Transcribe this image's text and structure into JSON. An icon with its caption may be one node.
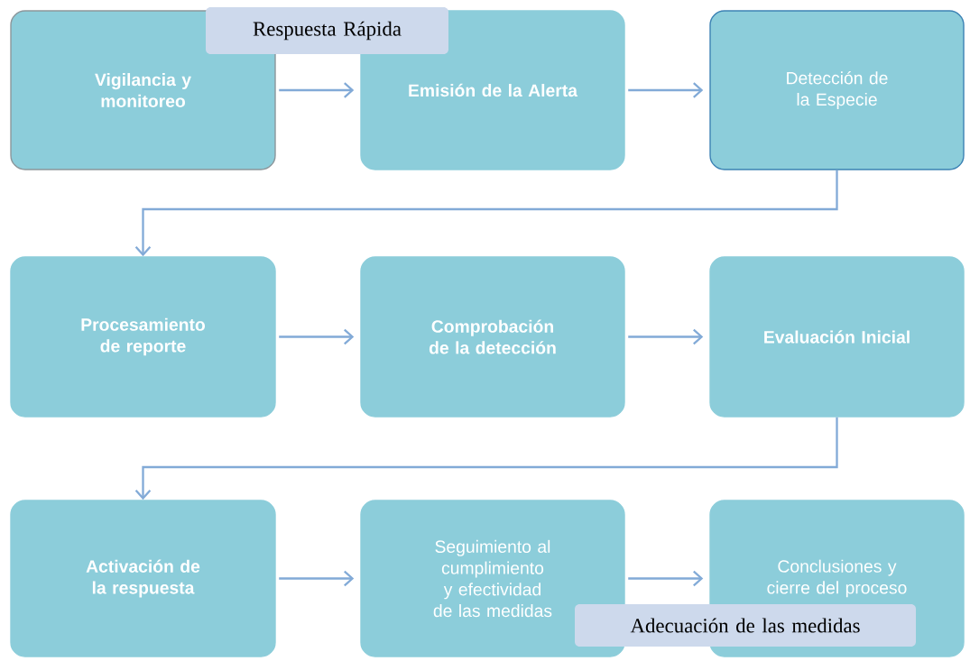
{
  "diagram": {
    "nodes": [
      {
        "text": [
          "Vigilancia y monitoreo"
        ]
      },
      {
        "text": [
          "Emisión de la Alerta"
        ]
      },
      {
        "text": [
          "Detección de la Especie"
        ]
      },
      {
        "text": [
          "Procesamiento de reporte"
        ]
      },
      {
        "text": [
          "Comprobación de la detección"
        ]
      },
      {
        "text": [
          "Evaluación Inicial"
        ]
      },
      {
        "text": [
          "Activación de la respuesta"
        ]
      },
      {
        "text": [
          "Seguimiento al cumplimiento y efectividad de las medidas"
        ]
      },
      {
        "text": [
          "Conclusiones y cierre del proceso"
        ]
      },
      {
        "text": [
          "Respuesta Rápida"
        ]
      },
      {
        "text": [
          "Adecuación de las medidas"
        ]
      }
    ],
    "edges": [
      {
        "from": 0,
        "to": 1,
        "arrow": "to"
      },
      {
        "from": 1,
        "to": 2,
        "arrow": "to"
      },
      {
        "from": 2,
        "to": 3,
        "arrow": "to"
      },
      {
        "from": 3,
        "to": 4,
        "arrow": "to"
      },
      {
        "from": 4,
        "to": 5,
        "arrow": "to"
      },
      {
        "from": 5,
        "to": 6,
        "arrow": "to"
      },
      {
        "from": 6,
        "to": 7,
        "arrow": "to"
      },
      {
        "from": 7,
        "to": 8,
        "arrow": "to"
      }
    ]
  }
}
